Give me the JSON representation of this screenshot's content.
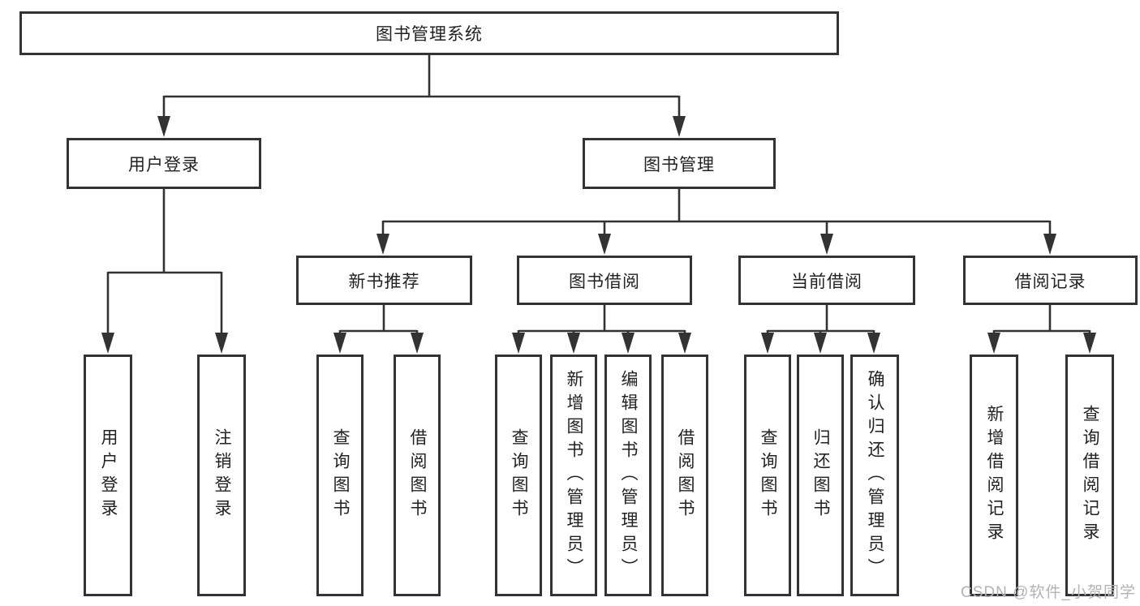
{
  "diagram": {
    "root": {
      "label": "图书管理系统"
    },
    "branches": [
      {
        "label": "用户登录",
        "leaves": [
          "用户登录",
          "注销登录"
        ]
      },
      {
        "label": "图书管理",
        "children": [
          {
            "label": "新书推荐",
            "leaves": [
              "查询图书",
              "借阅图书"
            ]
          },
          {
            "label": "图书借阅",
            "leaves": [
              "查询图书",
              "新增图书（管理员）",
              "编辑图书（管理员）",
              "借阅图书"
            ]
          },
          {
            "label": "当前借阅",
            "leaves": [
              "查询图书",
              "归还图书",
              "确认归还（管理员）"
            ]
          },
          {
            "label": "借阅记录",
            "leaves": [
              "新增借阅记录",
              "查询借阅记录"
            ]
          }
        ]
      }
    ]
  },
  "watermark": {
    "text": "CSDN @软件_小贺同学"
  },
  "colors": {
    "box_border": "#333333",
    "connector": "#333333",
    "text": "#222222",
    "background": "#ffffff",
    "watermark": "#b3b3b3"
  }
}
